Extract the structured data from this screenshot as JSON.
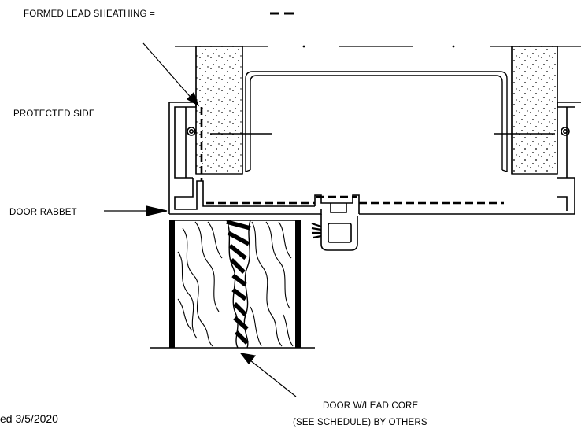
{
  "labels": {
    "legend": "FORMED LEAD SHEATHING =",
    "legend_symbol": "– –",
    "protected_side": "PROTECTED SIDE",
    "door_rabbet": "DOOR RABBET",
    "door_core_line1": "DOOR W/LEAD CORE",
    "door_core_line2": "(SEE SCHEDULE) BY OTHERS",
    "revision": "ed 3/5/2020"
  }
}
